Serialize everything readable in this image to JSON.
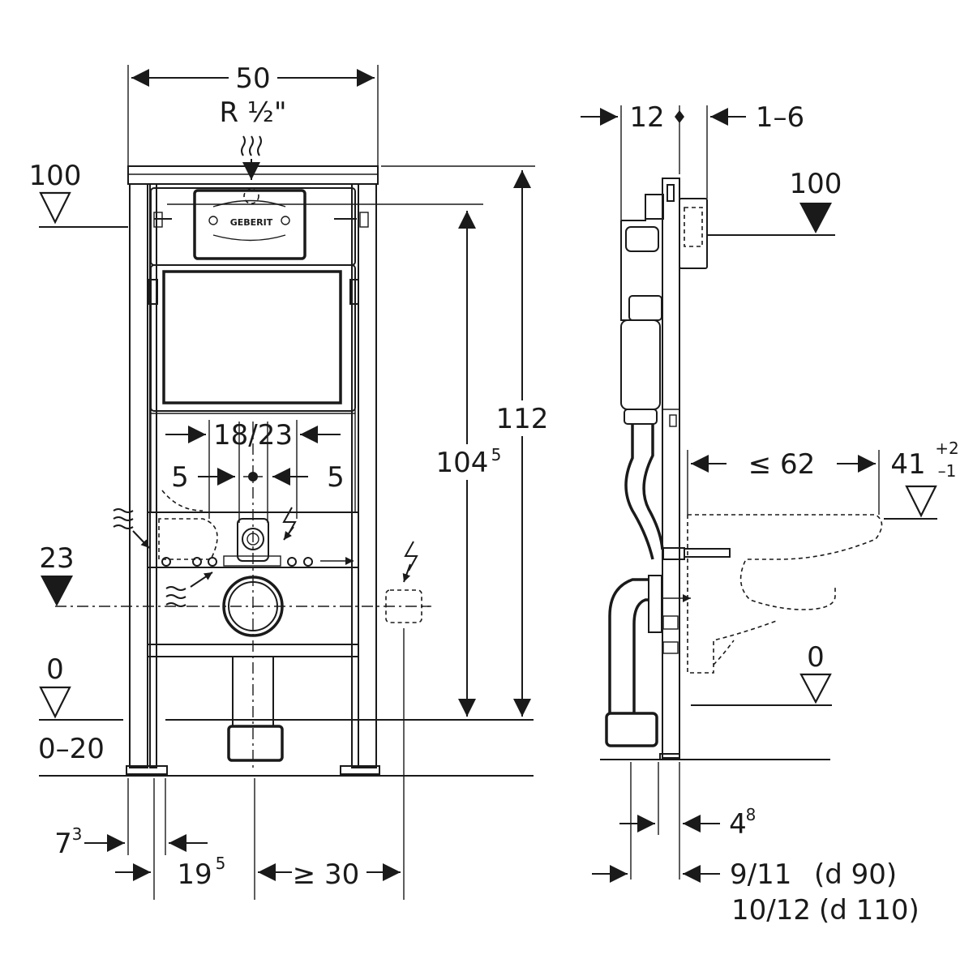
{
  "front_view": {
    "width": "50",
    "thread": "R ½\"",
    "height_total": "112",
    "height_actuator": "104",
    "height_actuator_sup": "5",
    "level_top": "100",
    "level_mid": "23",
    "level_floor": "0",
    "floor_adjust": "0–20",
    "connection_spacing": "18/23",
    "offset_left": "5",
    "offset_right": "5",
    "foot_width": "7",
    "foot_width_sup": "3",
    "foot_offset": "19",
    "foot_offset_sup": "5",
    "side_clearance": "≥ 30"
  },
  "side_view": {
    "depth_top": "12",
    "wall_gap": "1–6",
    "level_top": "100",
    "bowl_projection": "≤ 62",
    "bowl_height": "41",
    "bowl_height_tol_up": "+2",
    "bowl_height_tol_down": "–1",
    "level_floor": "0",
    "frame_depth": "4",
    "frame_depth_sup": "8",
    "pipe_offset_d90": "9/11",
    "pipe_label_d90": "(d 90)",
    "pipe_offset_d110": "10/12",
    "pipe_label_d110": "(d 110)"
  }
}
